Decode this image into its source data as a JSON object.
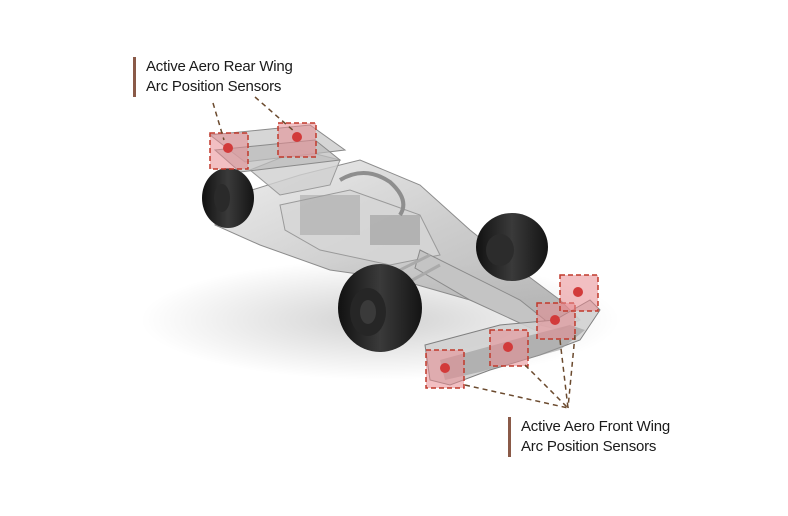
{
  "diagram": {
    "subject": "Formula 1 race car (transparent render)",
    "callouts": [
      {
        "id": "rear",
        "line1": "Active Aero Rear Wing",
        "line2": "Arc Position Sensors"
      },
      {
        "id": "front",
        "line1": "Active Aero Front Wing",
        "line2": "Arc Position Sensors"
      }
    ],
    "colors": {
      "accent_bar": "#8a5a48",
      "sensor_fill": "#e88a8f",
      "sensor_dot": "#d23a3a",
      "leader_line": "#6b4a2e",
      "tire": "#1f1f1f",
      "body": "#c9c9c9"
    }
  }
}
